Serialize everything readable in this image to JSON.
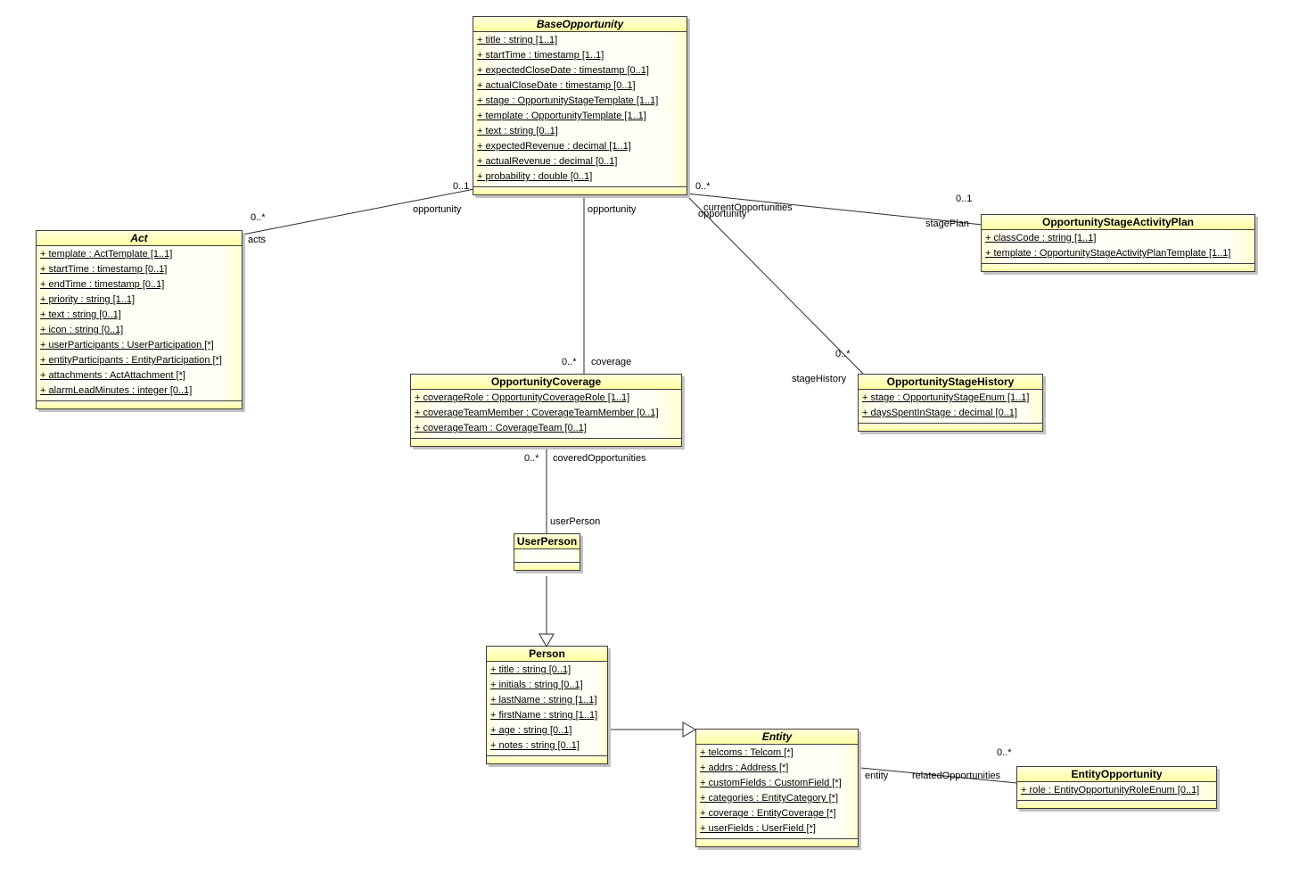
{
  "colors": {
    "class_header_fill": "#ffffb3",
    "class_body_fill": "#fffff2",
    "class_border": "#3f3f3f",
    "shadow": "#c2c2c2",
    "connector": "#2b2b2b",
    "background": "#ffffff"
  },
  "classes": {
    "baseOpportunity": {
      "name": "BaseOpportunity",
      "stereotype": "abstract",
      "attributes": [
        "+ title : string [1..1]",
        "+ startTime : timestamp [1..1]",
        "+ expectedCloseDate : timestamp [0..1]",
        "+ actualCloseDate : timestamp [0..1]",
        "+ stage : OpportunityStageTemplate [1..1]",
        "+ template : OpportunityTemplate [1..1]",
        "+ text : string [0..1]",
        "+ expectedRevenue : decimal [1..1]",
        "+ actualRevenue : decimal [0..1]",
        "+ probability : double [0..1]"
      ]
    },
    "act": {
      "name": "Act",
      "stereotype": "abstract",
      "attributes": [
        "+ template : ActTemplate [1..1]",
        "+ startTime : timestamp [0..1]",
        "+ endTime : timestamp [0..1]",
        "+ priority : string [1..1]",
        "+ text : string [0..1]",
        "+ icon : string [0..1]",
        "+ userParticipants : UserParticipation [*]",
        "+ entityParticipants : EntityParticipation [*]",
        "+ attachments : ActAttachment [*]",
        "+ alarmLeadMinutes : integer [0..1]"
      ]
    },
    "opportunityStageActivityPlan": {
      "name": "OpportunityStageActivityPlan",
      "attributes": [
        "+ classCode : string [1..1]",
        "+ template : OpportunityStageActivityPlanTemplate [1..1]"
      ]
    },
    "opportunityCoverage": {
      "name": "OpportunityCoverage",
      "attributes": [
        "+ coverageRole : OpportunityCoverageRole [1..1]",
        "+ coverageTeamMember : CoverageTeamMember [0..1]",
        "+ coverageTeam : CoverageTeam [0..1]"
      ]
    },
    "opportunityStageHistory": {
      "name": "OpportunityStageHistory",
      "attributes": [
        "+ stage : OpportunityStageEnum [1..1]",
        "+ daysSpentInStage : decimal [0..1]"
      ]
    },
    "userPerson": {
      "name": "UserPerson",
      "attributes": []
    },
    "person": {
      "name": "Person",
      "attributes": [
        "+ title : string [0..1]",
        "+ initials : string [0..1]",
        "+ lastName : string [1..1]",
        "+ firstName : string [1..1]",
        "+ age : string [0..1]",
        "+ notes : string [0..1]"
      ]
    },
    "entity": {
      "name": "Entity",
      "stereotype": "abstract",
      "attributes": [
        "+ telcoms : Telcom [*]",
        "+ addrs : Address [*]",
        "+ customFields : CustomField [*]",
        "+ categories : EntityCategory [*]",
        "+ coverage : EntityCoverage [*]",
        "+ userFields : UserField [*]"
      ]
    },
    "entityOpportunity": {
      "name": "EntityOpportunity",
      "attributes": [
        "+ role : EntityOpportunityRoleEnum [0..1]"
      ]
    }
  },
  "edge_labels": {
    "acts_opportunity_mult": "0..1",
    "acts_opportunity_role": "opportunity",
    "acts_mult": "0..*",
    "acts_role": "acts",
    "coverage_opportunity_role": "opportunity",
    "coverage_mult": "0..*",
    "coverage_role": "coverage",
    "current_opportunities_mult": "0..*",
    "current_opportunities_role": "currentOpportunities",
    "stage_history_opportunity_role": "opportunity",
    "stage_plan_mult": "0..1",
    "stage_plan_role": "stagePlan",
    "stage_history_mult": "0..*",
    "stage_history_role": "stageHistory",
    "covered_opportunities_mult": "0..*",
    "covered_opportunities_role": "coveredOpportunities",
    "user_person_role": "userPerson",
    "entity_role": "entity",
    "related_opportunities_role": "relatedOpportunities",
    "related_opportunities_mult": "0..*"
  },
  "relationships": [
    {
      "type": "association",
      "end_a": "Act",
      "end_a_role": "acts",
      "end_a_mult": "0..*",
      "end_b": "BaseOpportunity",
      "end_b_role": "opportunity",
      "end_b_mult": "0..1"
    },
    {
      "type": "association",
      "end_a": "OpportunityCoverage",
      "end_a_role": "coverage",
      "end_a_mult": "0..*",
      "end_b": "BaseOpportunity",
      "end_b_role": "opportunity",
      "end_b_mult": ""
    },
    {
      "type": "association",
      "end_a": "BaseOpportunity",
      "end_a_role": "currentOpportunities",
      "end_a_mult": "0..*",
      "end_b": "OpportunityStageActivityPlan",
      "end_b_role": "stagePlan",
      "end_b_mult": "0..1"
    },
    {
      "type": "association",
      "end_a": "BaseOpportunity",
      "end_a_role": "opportunity",
      "end_a_mult": "",
      "end_b": "OpportunityStageHistory",
      "end_b_role": "stageHistory",
      "end_b_mult": "0..*"
    },
    {
      "type": "association",
      "end_a": "OpportunityCoverage",
      "end_a_role": "coveredOpportunities",
      "end_a_mult": "0..*",
      "end_b": "UserPerson",
      "end_b_role": "userPerson",
      "end_b_mult": ""
    },
    {
      "type": "generalization",
      "end_a": "UserPerson",
      "end_b": "Person"
    },
    {
      "type": "generalization",
      "end_a": "Person",
      "end_b": "Entity"
    },
    {
      "type": "association",
      "end_a": "Entity",
      "end_a_role": "entity",
      "end_a_mult": "",
      "end_b": "EntityOpportunity",
      "end_b_role": "relatedOpportunities",
      "end_b_mult": "0..*"
    }
  ]
}
